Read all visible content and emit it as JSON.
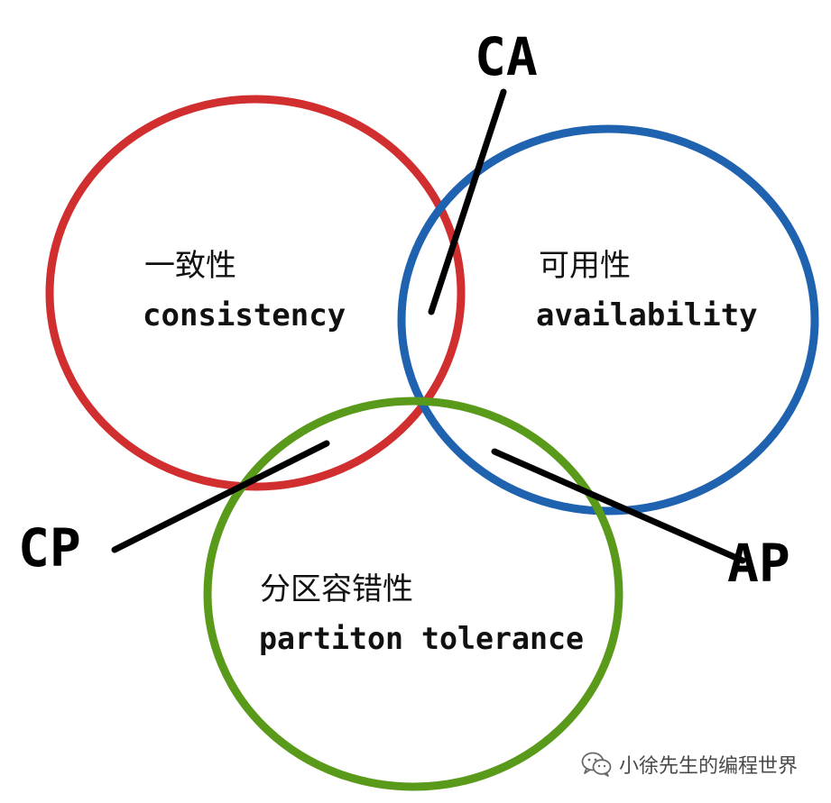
{
  "diagram": {
    "sets": [
      {
        "id": "consistency",
        "label_zh": "一致性",
        "label_en": "consistency",
        "color": "#d12f2f"
      },
      {
        "id": "availability",
        "label_zh": "可用性",
        "label_en": "availability",
        "color": "#1f63b0"
      },
      {
        "id": "partition",
        "label_zh": "分区容错性",
        "label_en": "partiton tolerance",
        "color": "#5a9a1a"
      }
    ],
    "intersections": [
      {
        "id": "ca",
        "label": "CA"
      },
      {
        "id": "cp",
        "label": "CP"
      },
      {
        "id": "ap",
        "label": "AP"
      }
    ]
  },
  "watermark": {
    "icon": "wechat-icon",
    "text": "小徐先生的编程世界"
  }
}
